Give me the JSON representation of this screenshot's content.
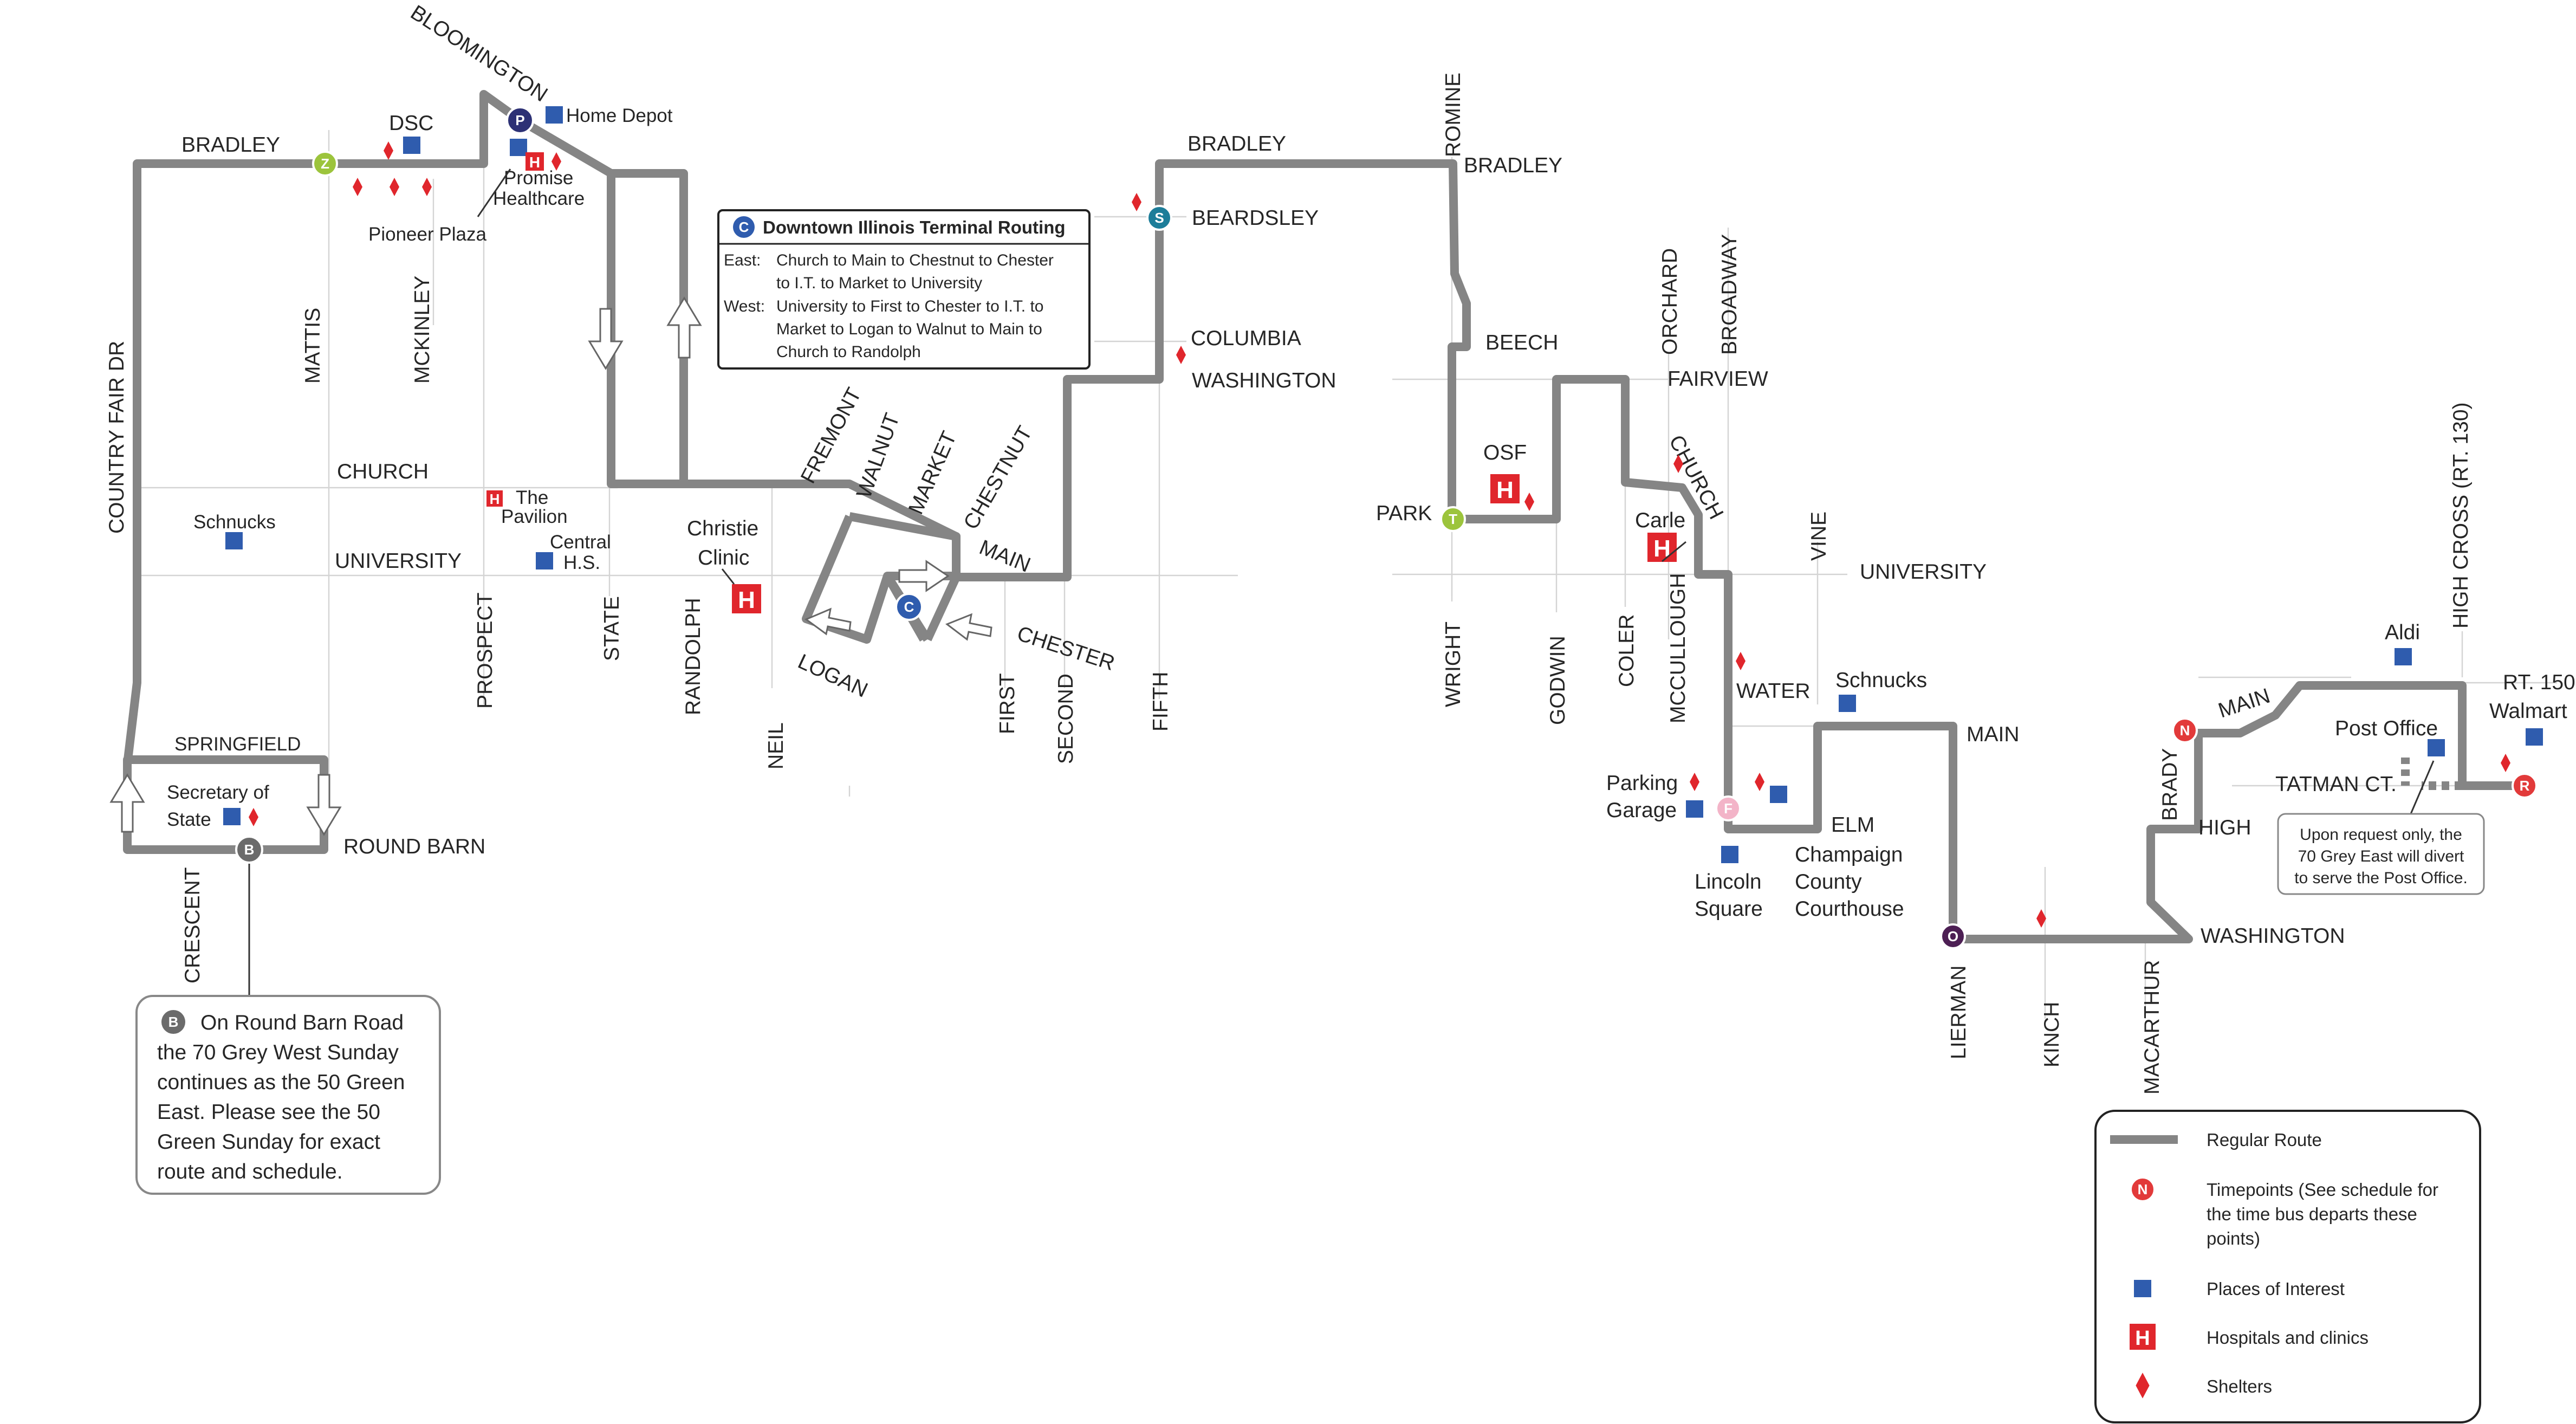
{
  "colors": {
    "route": "#858585",
    "street": "#d4d4d4",
    "poi": "#2f5cae",
    "hospital": "#e0262c",
    "shelter": "#e0262c",
    "timepoint_red": "#e23a3a",
    "timepoint_navy": "#2d3175",
    "timepoint_lime": "#9cc43c",
    "timepoint_teal": "#1d7d99",
    "timepoint_gray": "#6b6b6b",
    "timepoint_pink": "#f3b4c8",
    "timepoint_purple": "#4d1f54"
  },
  "streets": {
    "bradley_w": "BRADLEY",
    "bloomington": "BLOOMINGTON",
    "home_depot": "Home Depot",
    "dsc": "DSC",
    "promise": "Promise",
    "healthcare": "Healthcare",
    "pioneer_plaza": "Pioneer Plaza",
    "mattis": "MATTIS",
    "mckinley": "MCKINLEY",
    "country_fair": "COUNTRY FAIR DR",
    "church_w": "CHURCH",
    "the": "The",
    "pavilion": "Pavilion",
    "schnucks_w": "Schnucks",
    "university_w": "UNIVERSITY",
    "central": "Central",
    "hs": "H.S.",
    "prospect": "PROSPECT",
    "state": "STATE",
    "randolph": "RANDOLPH",
    "christie": "Christie",
    "clinic": "Clinic",
    "neil": "NEIL",
    "logan": "LOGAN",
    "fremont": "FREMONT",
    "walnut": "WALNUT",
    "market": "MARKET",
    "chestnut": "CHESTNUT",
    "main_c": "MAIN",
    "chester": "CHESTER",
    "first": "FIRST",
    "second": "SECOND",
    "fifth": "FIFTH",
    "springfield": "SPRINGFIELD",
    "secretary": "Secretary of",
    "state_poi": "State",
    "round_barn": "ROUND BARN",
    "crescent": "CRESCENT",
    "bradley_c": "BRADLEY",
    "beardsley": "BEARDSLEY",
    "columbia": "COLUMBIA",
    "washington_c": "WASHINGTON",
    "romine": "ROMINE",
    "bradley_e": "BRADLEY",
    "beech": "BEECH",
    "orchard": "ORCHARD",
    "broadway": "BROADWAY",
    "fairview": "FAIRVIEW",
    "church_e": "CHURCH",
    "osf": "OSF",
    "park": "PARK",
    "carle": "Carle",
    "vine": "VINE",
    "university_e": "UNIVERSITY",
    "wright": "WRIGHT",
    "godwin": "GODWIN",
    "coler": "COLER",
    "mccullough": "MCCULLOUGH",
    "water": "WATER",
    "schnucks_e": "Schnucks",
    "main_e": "MAIN",
    "parking": "Parking",
    "garage": "Garage",
    "elm": "ELM",
    "champaign": "Champaign",
    "county": "County",
    "courthouse": "Courthouse",
    "lincoln": "Lincoln",
    "square": "Square",
    "lierman": "LIERMAN",
    "kinch": "KINCH",
    "macarthur": "MACARTHUR",
    "washington_e": "WASHINGTON",
    "brady": "BRADY",
    "high": "HIGH",
    "main_far": "MAIN",
    "aldi": "Aldi",
    "high_cross": "HIGH CROSS (RT. 130)",
    "rt150": "RT. 150",
    "walmart": "Walmart",
    "post_office": "Post Office",
    "tatman": "TATMAN CT."
  },
  "timepoints": {
    "z": "Z",
    "p": "P",
    "s": "S",
    "c": "C",
    "t": "T",
    "f": "F",
    "o": "O",
    "n": "N",
    "r": "R",
    "b": "B"
  },
  "downtown_box": {
    "badge": "C",
    "title": "Downtown Illinois Terminal Routing",
    "east_label": "East:",
    "east_line1": "Church to Main to Chestnut to Chester",
    "east_line2": "to I.T. to Market to University",
    "west_label": "West:",
    "west_line1": "University to First to Chester to I.T. to",
    "west_line2": "Market to Logan to Walnut to Main to",
    "west_line3": "Church to Randolph"
  },
  "round_barn_note": {
    "badge": "B",
    "line1": "On Round Barn Road",
    "line2": "the 70 Grey West Sunday",
    "line3": "continues as the 50 Green",
    "line4": "East. Please see the 50",
    "line5": "Green Sunday for exact",
    "line6": "route and schedule."
  },
  "post_office_note": {
    "line1": "Upon request only, the",
    "line2": "70 Grey East will divert",
    "line3": "to serve the Post Office."
  },
  "legend": {
    "regular_route": "Regular Route",
    "timepoint_badge": "N",
    "timepoints_line1": "Timepoints (See schedule for",
    "timepoints_line2": "the time bus departs these",
    "timepoints_line3": "points)",
    "places": "Places of  Interest",
    "hospital_badge": "H",
    "hospitals": "Hospitals and clinics",
    "shelters": "Shelters"
  }
}
